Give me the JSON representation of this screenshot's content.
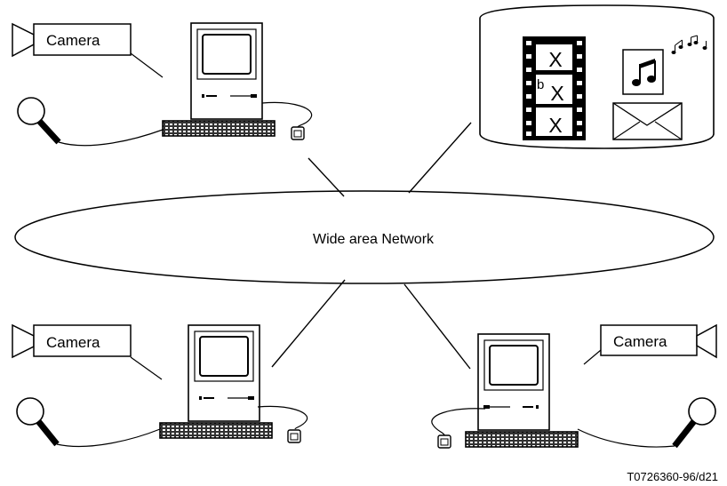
{
  "network": {
    "label": "Wide area Network"
  },
  "stations": [
    {
      "camera_label": "Camera"
    },
    {
      "camera_label": "Camera"
    },
    {
      "camera_label": "Camera"
    }
  ],
  "media_store": {
    "frame_marks": [
      "X",
      "X",
      "X"
    ],
    "frame_annotation": "b",
    "icons": [
      "film-strip-icon",
      "music-note-icon",
      "envelope-icon"
    ]
  },
  "figure_id": "T0726360-96/d21"
}
